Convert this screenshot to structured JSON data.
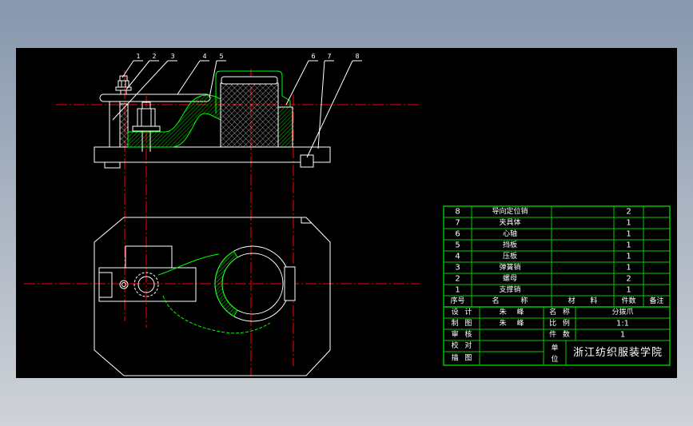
{
  "drawing": {
    "balloons": [
      "1",
      "2",
      "3",
      "4",
      "5",
      "6",
      "7",
      "8"
    ]
  },
  "parts_list": {
    "header": {
      "no": "序号",
      "name": "名 称",
      "material": "材 料",
      "qty": "件数",
      "remark": "备注"
    },
    "rows": [
      {
        "no": "8",
        "name": "导向定位销",
        "qty": "2"
      },
      {
        "no": "7",
        "name": "夹具体",
        "qty": "1"
      },
      {
        "no": "6",
        "name": "心轴",
        "qty": "1"
      },
      {
        "no": "5",
        "name": "挡板",
        "qty": "1"
      },
      {
        "no": "4",
        "name": "压板",
        "qty": "1"
      },
      {
        "no": "3",
        "name": "弹簧销",
        "qty": "1"
      },
      {
        "no": "2",
        "name": "螺母",
        "qty": "2"
      },
      {
        "no": "1",
        "name": "支撑销",
        "qty": "1"
      }
    ]
  },
  "title_block": {
    "design": {
      "label": "设 计",
      "value": "朱 峰"
    },
    "draw": {
      "label": "制 图",
      "value": "朱 峰"
    },
    "review": {
      "label": "审 核"
    },
    "check": {
      "label": "校 对"
    },
    "trace": {
      "label": "描 图"
    },
    "part_name": {
      "label": "名 称",
      "value": "分拨爪"
    },
    "scale": {
      "label": "比 例",
      "value": "1:1"
    },
    "quantity": {
      "label": "件 数",
      "value": "1"
    },
    "unit": {
      "label_top": "单",
      "label_bottom": "位",
      "value": "浙江纺织服装学院"
    }
  },
  "colors": {
    "bg-top": "#8797ad",
    "bg-bottom": "#cfd2d8",
    "canvas": "#000000",
    "geom": "#ffffff",
    "center": "#ff0000",
    "hatch": "#00ff00",
    "table": "#00cc00",
    "text": "#ffffff"
  }
}
